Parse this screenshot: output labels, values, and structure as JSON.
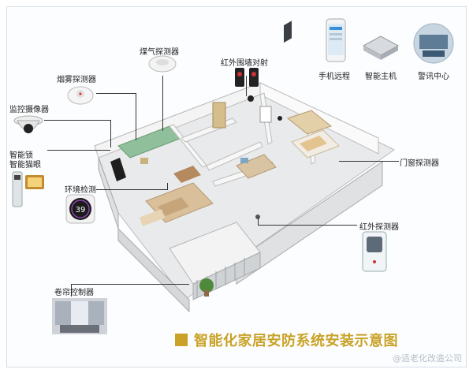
{
  "labels": {
    "gas": "煤气探测器",
    "smoke": "烟雾探测器",
    "camera": "监控摄像器",
    "lock": "智能锁",
    "cateye": "智能猫眼",
    "env": "环境检测",
    "curtain": "卷帘控制器",
    "ir_fence": "红外围墙对射",
    "door_window": "门窗探测器",
    "ir": "红外探测器",
    "phone": "手机远程",
    "host": "智能主机",
    "alarm_center": "警讯中心"
  },
  "title": "智能化家居安防系统安装示意图",
  "watermark": "@适老化改造公司",
  "env_display": "39",
  "colors": {
    "accent": "#c9a227"
  }
}
